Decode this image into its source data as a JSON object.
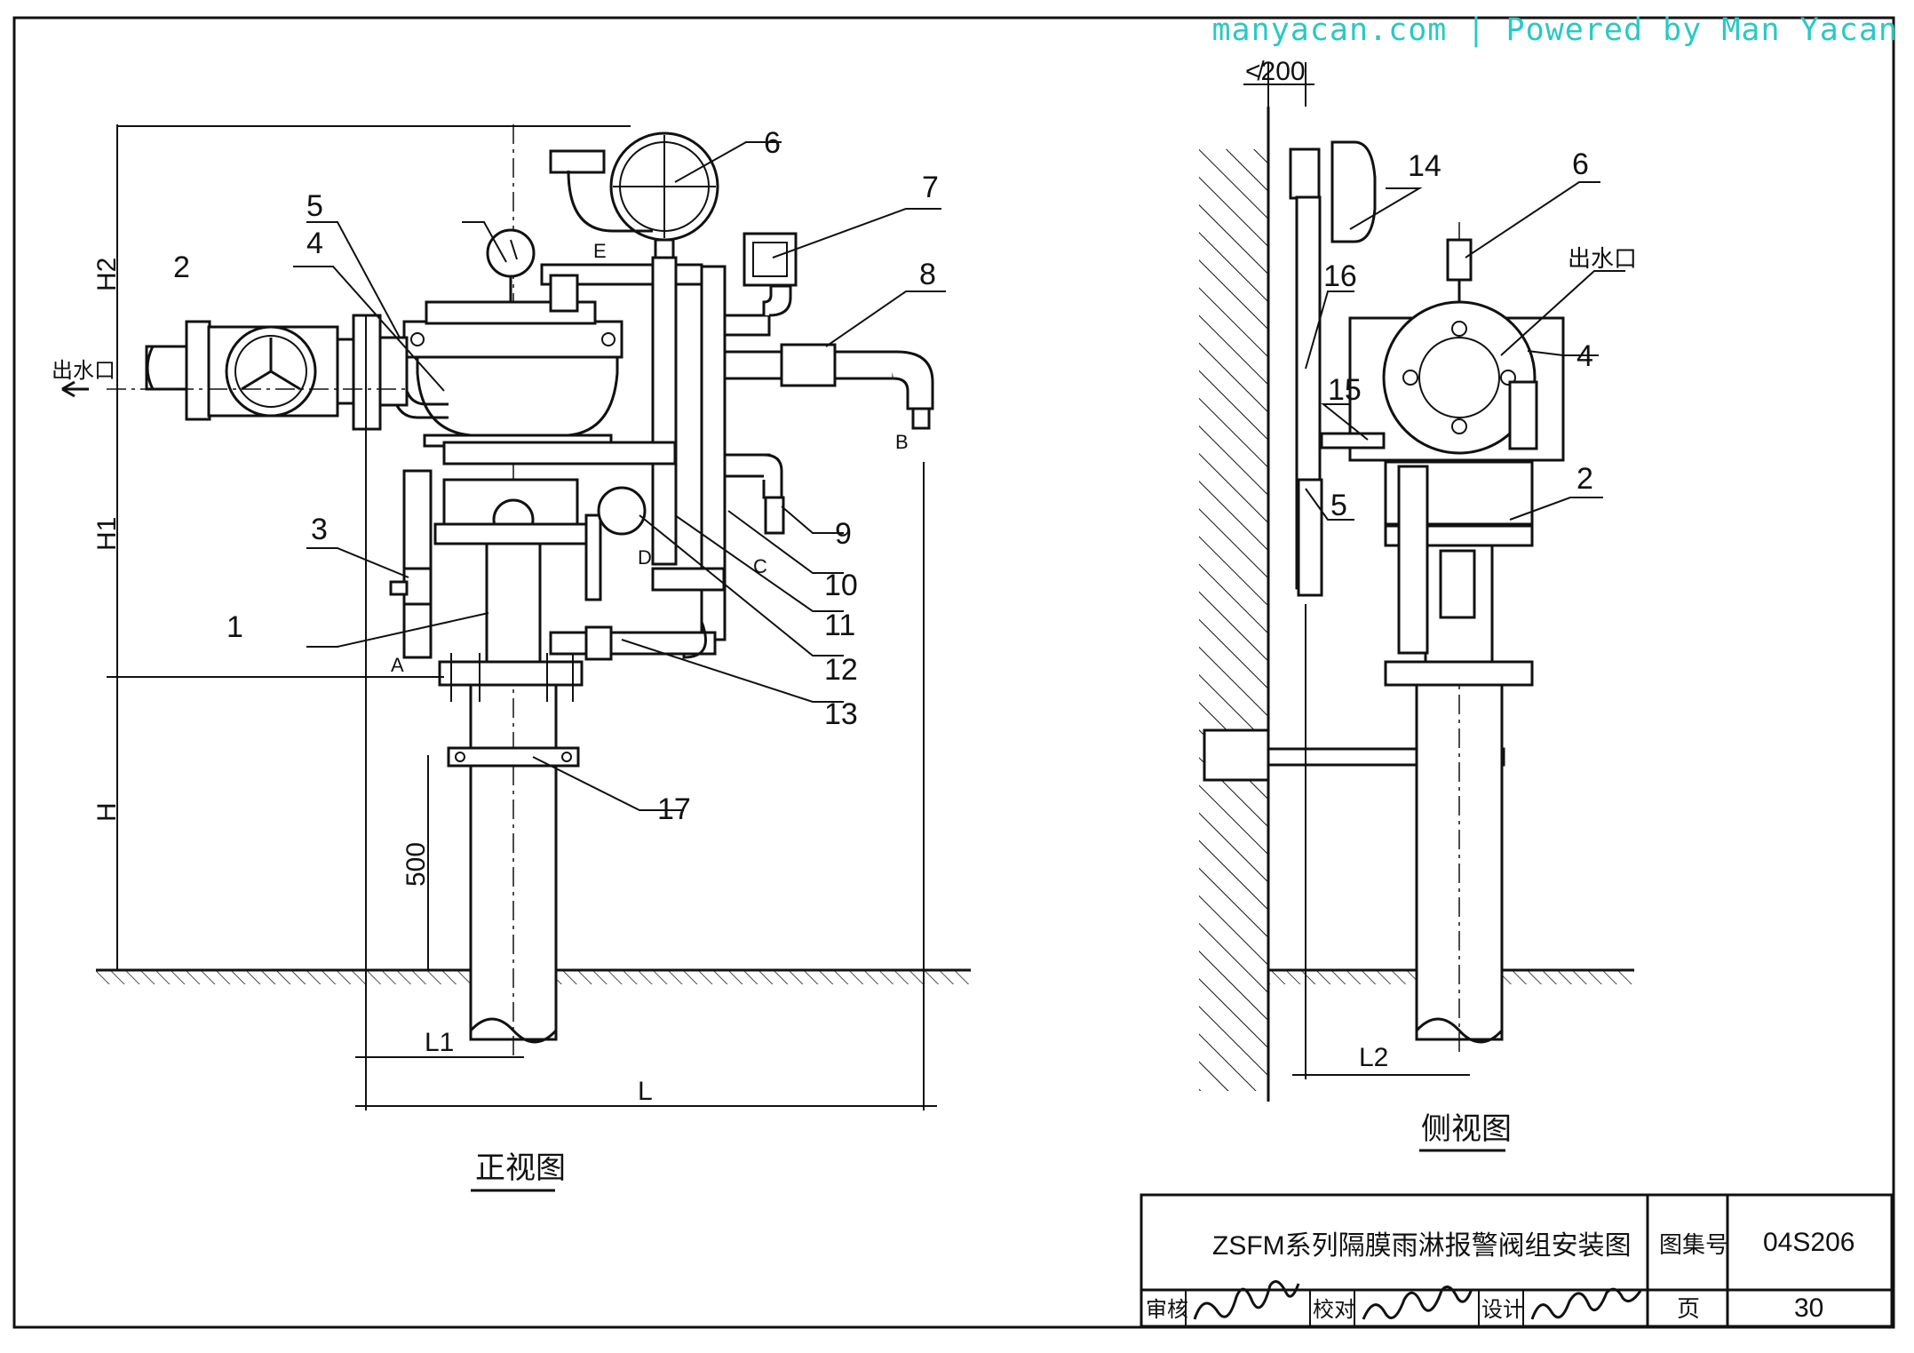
{
  "watermark": "manyacan.com | Powered by Man Yacan",
  "front_view": {
    "title": "正视图",
    "outlet_label": "出水口",
    "callouts": [
      "1",
      "2",
      "3",
      "4",
      "5",
      "6",
      "7",
      "8",
      "9",
      "10",
      "11",
      "12",
      "13",
      "17"
    ],
    "port_labels": [
      "A",
      "B",
      "C",
      "D",
      "E"
    ],
    "dimensions": {
      "H2": "H2",
      "H1": "H1",
      "H": "H",
      "h500": "500",
      "L1": "L1",
      "L": "L"
    }
  },
  "side_view": {
    "title": "侧视图",
    "outlet_label": "出水口",
    "callouts": [
      "2",
      "4",
      "5",
      "6",
      "14",
      "15",
      "16"
    ],
    "dimensions": {
      "wall_gap": "≮200",
      "L2": "L2"
    }
  },
  "title_block": {
    "drawing_title": "ZSFM系列隔膜雨淋报警阀组安装图",
    "atlas_label": "图集号",
    "atlas_number": "04S206",
    "review_label": "审核",
    "check_label": "校对",
    "design_label": "设计",
    "page_label": "页",
    "page_number": "30"
  }
}
